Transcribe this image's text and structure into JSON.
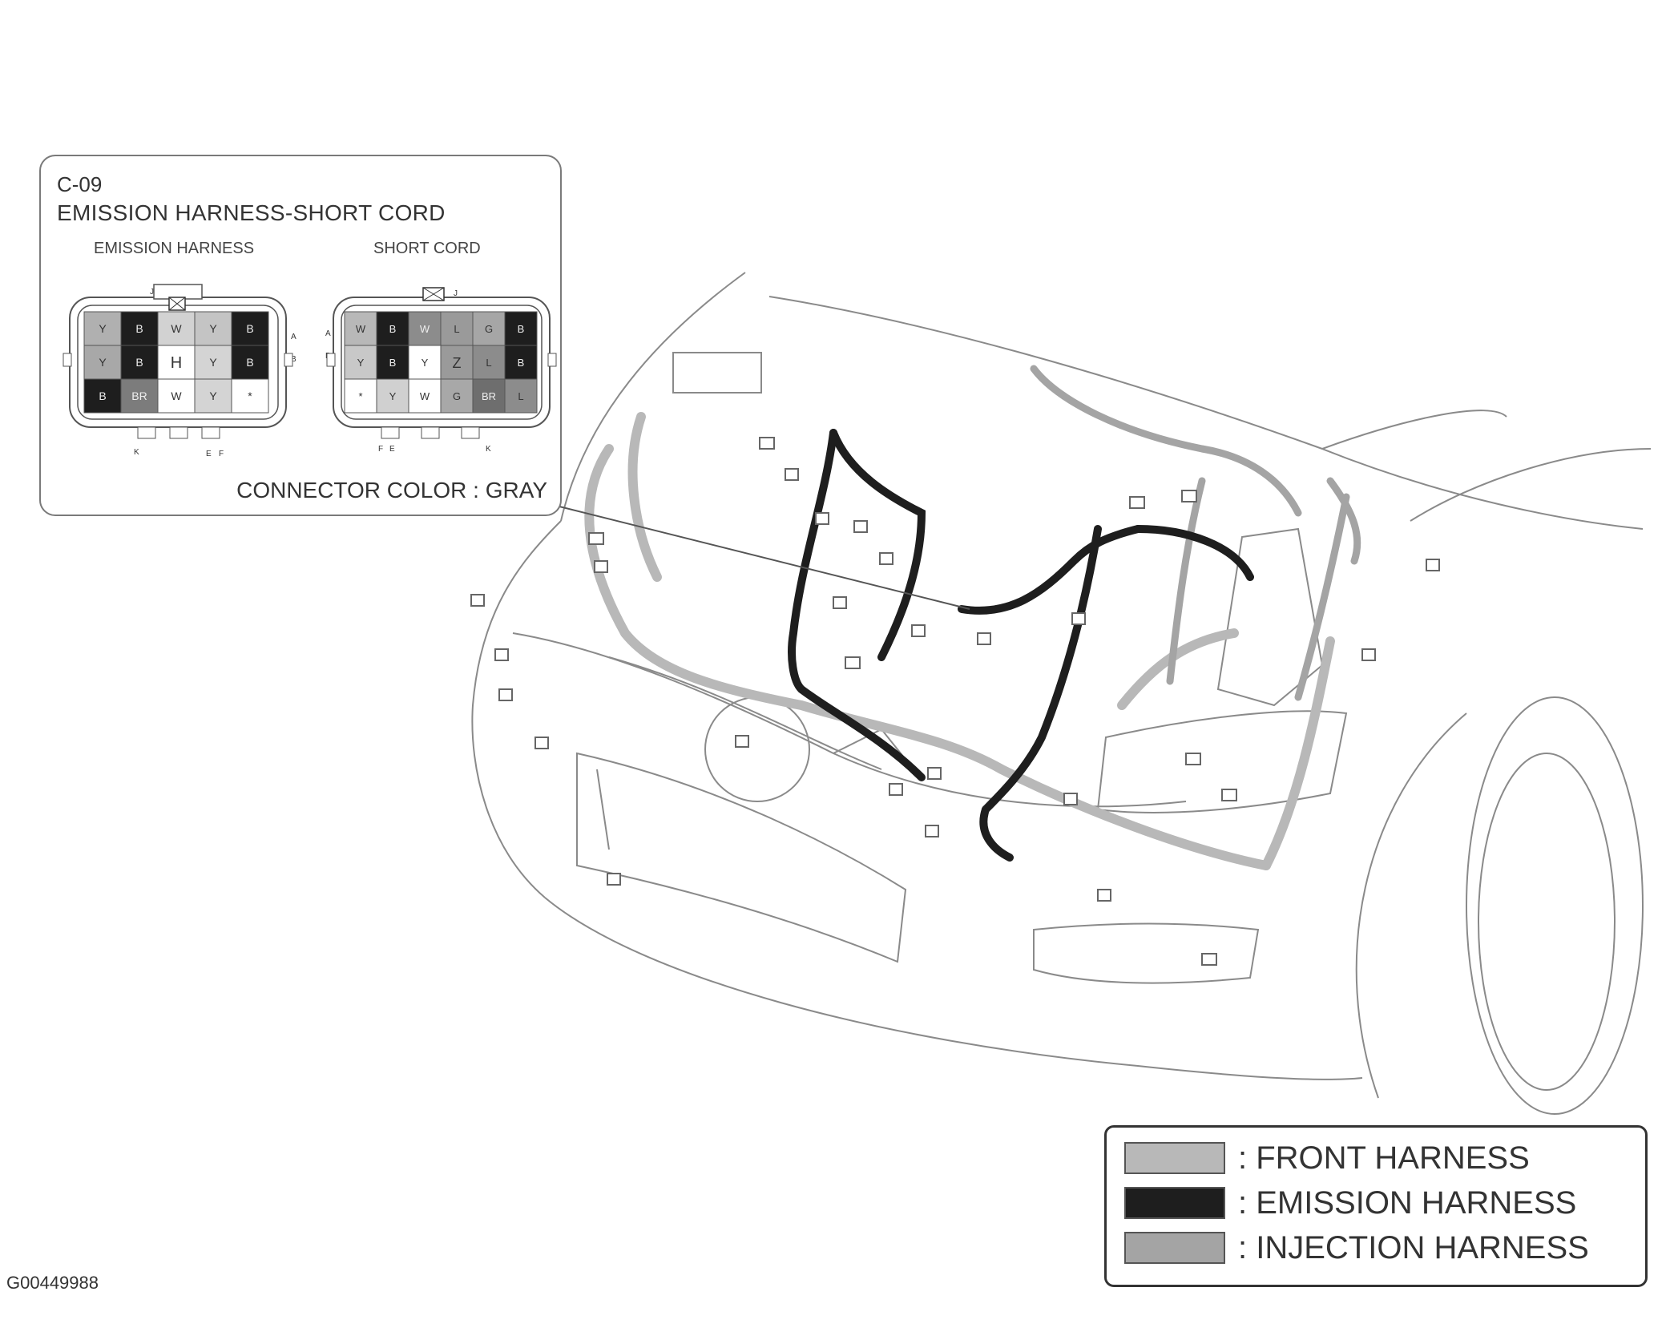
{
  "inset": {
    "connector_id": "C-09",
    "title": "EMISSION HARNESS-SHORT CORD",
    "left_label": "EMISSION HARNESS",
    "right_label": "SHORT CORD",
    "connector_color": "CONNECTOR COLOR : GRAY",
    "emission_harness_pins": {
      "top_row": [
        "Y",
        "B",
        "W",
        "Y",
        "B"
      ],
      "mid_row": [
        "Y",
        "B",
        "H",
        "Y",
        "B"
      ],
      "bottom_row": [
        "B",
        "BR",
        "W",
        "Y",
        "*"
      ],
      "corner_letters": [
        "J",
        "A",
        "B",
        "K",
        "E",
        "F"
      ]
    },
    "short_cord_pins": {
      "top_row": [
        "W",
        "B",
        "W",
        "L",
        "G",
        "B"
      ],
      "mid_row": [
        "Y",
        "B",
        "Y",
        "Z",
        "L",
        "B"
      ],
      "bottom_row": [
        "*",
        "Y",
        "W",
        "G",
        "BR",
        "L"
      ],
      "corner_letters": [
        "J",
        "A",
        "B",
        "F",
        "E",
        "K"
      ]
    }
  },
  "legend": {
    "items": [
      {
        "label": ": FRONT HARNESS",
        "color": "#b8b8b8"
      },
      {
        "label": ": EMISSION HARNESS",
        "color": "#1e1e1e"
      },
      {
        "label": ": INJECTION HARNESS",
        "color": "#a4a4a4"
      }
    ]
  },
  "figure_id": "G00449988"
}
